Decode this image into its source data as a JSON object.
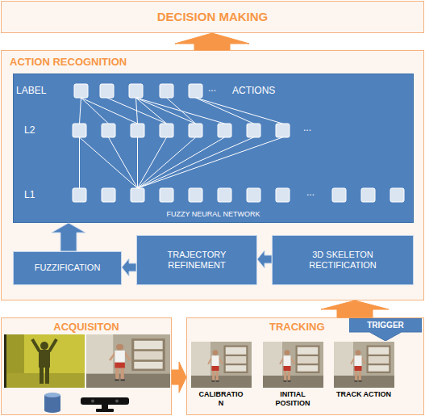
{
  "diagram": {
    "nodes": [
      {
        "text": [
          "DECISION MAKING"
        ]
      },
      {
        "text": [
          "ACTION RECOGNITION"
        ]
      },
      {
        "text": [
          "FUZZY NEURAL NETWORK"
        ],
        "in": 1
      },
      {
        "text": [
          "FUZZIFICATION"
        ],
        "in": 1
      },
      {
        "text": [
          "TRAJECTORY REFINEMENT"
        ],
        "in": 1
      },
      {
        "text": [
          "3D SKELETON RECTIFICATION"
        ],
        "in": 1
      },
      {
        "text": [
          "ACQUISITON"
        ]
      },
      {
        "text": [
          "TRACKING"
        ]
      },
      {
        "text": [
          "TRIGGER"
        ],
        "in": 7
      }
    ],
    "edges": [
      {
        "from": 1,
        "to": 0,
        "arrow": "to"
      },
      {
        "from": 5,
        "to": 4,
        "arrow": "to"
      },
      {
        "from": 4,
        "to": 3,
        "arrow": "to"
      },
      {
        "from": 3,
        "to": 2,
        "arrow": "to"
      },
      {
        "from": 6,
        "to": 7,
        "arrow": "to"
      },
      {
        "from": 7,
        "to": 1,
        "arrow": "to"
      }
    ],
    "labels": [
      "LABEL",
      "...",
      "ACTIONS",
      "L2",
      "...",
      "L1",
      "...",
      "CALIBRATIO N",
      "INITIAL POSITION",
      "TRACK ACTION"
    ]
  }
}
